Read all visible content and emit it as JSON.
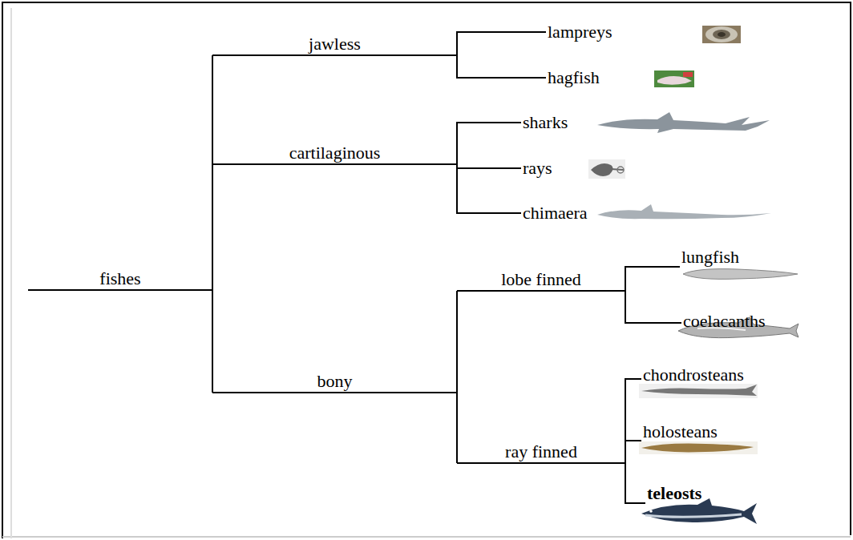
{
  "diagram": {
    "nodes": [
      {
        "text": [
          "fishes"
        ]
      },
      {
        "text": [
          "jawless"
        ]
      },
      {
        "text": [
          "lampreys"
        ]
      },
      {
        "text": [
          "hagfish"
        ]
      },
      {
        "text": [
          "cartilaginous"
        ]
      },
      {
        "text": [
          "sharks"
        ]
      },
      {
        "text": [
          "rays"
        ]
      },
      {
        "text": [
          "chimaera"
        ]
      },
      {
        "text": [
          "bony"
        ]
      },
      {
        "text": [
          "lobe finned"
        ]
      },
      {
        "text": [
          "lungfish"
        ]
      },
      {
        "text": [
          "coelacanths"
        ]
      },
      {
        "text": [
          "ray finned"
        ]
      },
      {
        "text": [
          "chondrosteans"
        ]
      },
      {
        "text": [
          "holosteans"
        ]
      },
      {
        "text": [
          "teleosts"
        ]
      }
    ],
    "edges": [
      {
        "from": 0,
        "to": 1,
        "arrow": "none"
      },
      {
        "from": 0,
        "to": 4,
        "arrow": "none"
      },
      {
        "from": 0,
        "to": 8,
        "arrow": "none"
      },
      {
        "from": 1,
        "to": 2,
        "arrow": "none"
      },
      {
        "from": 1,
        "to": 3,
        "arrow": "none"
      },
      {
        "from": 4,
        "to": 5,
        "arrow": "none"
      },
      {
        "from": 4,
        "to": 6,
        "arrow": "none"
      },
      {
        "from": 4,
        "to": 7,
        "arrow": "none"
      },
      {
        "from": 8,
        "to": 9,
        "arrow": "none"
      },
      {
        "from": 8,
        "to": 12,
        "arrow": "none"
      },
      {
        "from": 9,
        "to": 10,
        "arrow": "none"
      },
      {
        "from": 9,
        "to": 11,
        "arrow": "none"
      },
      {
        "from": 12,
        "to": 13,
        "arrow": "none"
      },
      {
        "from": 12,
        "to": 14,
        "arrow": "none"
      },
      {
        "from": 12,
        "to": 15,
        "arrow": "none"
      }
    ]
  }
}
